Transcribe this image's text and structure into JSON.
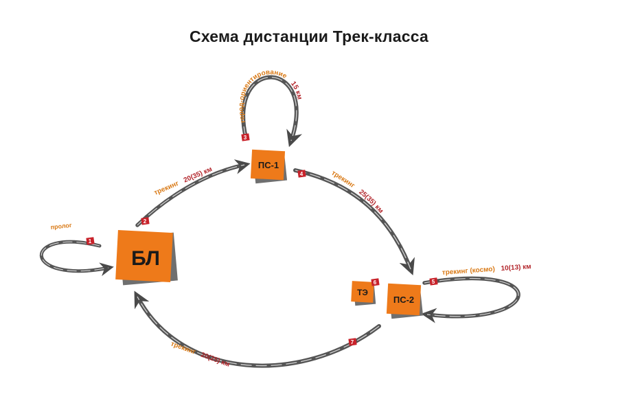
{
  "title": "Схема дистанции Трек-класса",
  "colors": {
    "node_fill": "#ee7a1a",
    "node_shadow": "#6f6f6f",
    "arrow": "#4a4a4a",
    "badge": "#c8222a",
    "label_orange": "#d97a17",
    "label_red": "#b2242a"
  },
  "nodes": {
    "bl": "БЛ",
    "ps1": "ПС-1",
    "ps2": "ПС-2",
    "te": "ТЭ"
  },
  "badges": {
    "b1": "1",
    "b2": "2",
    "b3": "3",
    "b4": "4",
    "b5": "5",
    "b6": "6",
    "b7": "7"
  },
  "legs": {
    "prolog": {
      "name": "пролог"
    },
    "leg2": {
      "name": "трекинг",
      "dist": "20(35) км"
    },
    "leg3": {
      "name": "город-ориентирование",
      "dist": "15 км"
    },
    "leg4": {
      "name": "трекинг",
      "dist": "25(35) км"
    },
    "leg5": {
      "name": "трекинг (космо)",
      "dist": "10(13) км"
    },
    "leg7": {
      "name": "трекинг",
      "dist": "20(25) км"
    }
  }
}
